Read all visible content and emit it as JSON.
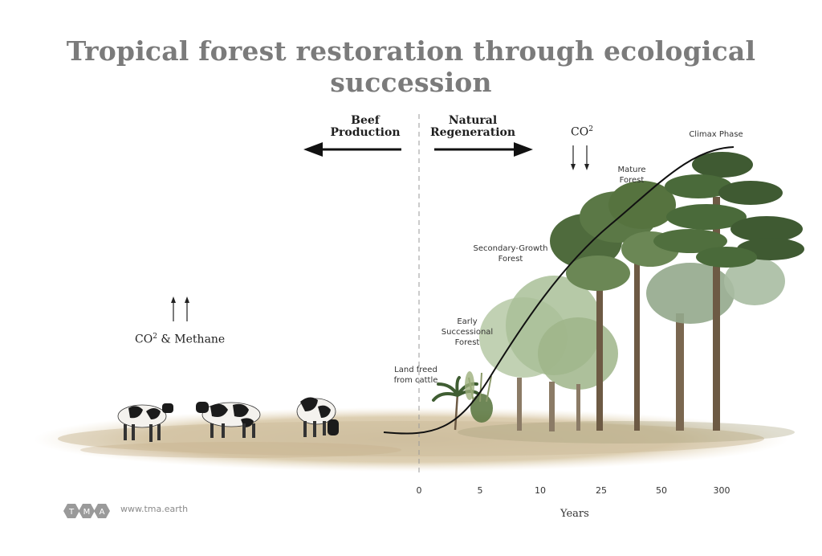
{
  "title": "Tropical forest restoration through ecological succession",
  "left_arrow": {
    "line1": "Beef",
    "line2": "Production"
  },
  "right_arrow": {
    "line1": "Natural",
    "line2": "Regeneration"
  },
  "co2_top": {
    "text": "CO",
    "sup": "2"
  },
  "co2_methane": {
    "prefix": "CO",
    "sup": "2",
    "suffix": " & Methane"
  },
  "stages": {
    "land_freed": {
      "line1": "Land freed",
      "line2": "from cattle"
    },
    "early": {
      "line1": "Early",
      "line2": "Successional",
      "line3": "Forest"
    },
    "secondary": {
      "line1": "Secondary-Growth",
      "line2": "Forest"
    },
    "mature": {
      "line1": "Mature",
      "line2": "Forest"
    },
    "climax": {
      "line1": "Climax Phase"
    }
  },
  "axis": {
    "ticks": [
      "0",
      "5",
      "10",
      "25",
      "50",
      "300"
    ],
    "label": "Years"
  },
  "footer": {
    "logo_letters": [
      "T",
      "M",
      "A"
    ],
    "url": "www.tma.earth"
  },
  "colors": {
    "title": "#7b7b7b",
    "ground": "#d9c7a6",
    "foliage_dark": "#4f6b3d",
    "foliage_light": "#9fb58a",
    "trunk": "#6d5a44"
  }
}
